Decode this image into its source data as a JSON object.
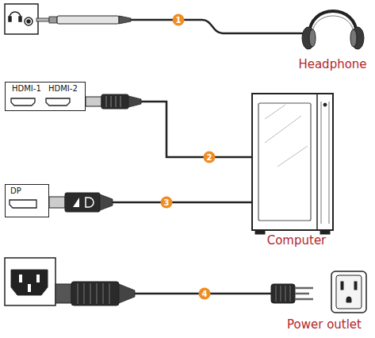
{
  "diagram": {
    "nodes": [
      {
        "text": [
          "Headphone"
        ]
      },
      {
        "text": [
          "HDMI-1",
          "HDMI-2"
        ]
      },
      {
        "text": [
          "Computer"
        ]
      },
      {
        "text": [
          "DP"
        ]
      },
      {
        "text": [
          "Power outlet"
        ]
      }
    ],
    "edges": [
      {
        "from": 1,
        "to": 2,
        "arrow": "none",
        "label": "2"
      },
      {
        "from": 3,
        "to": 2,
        "arrow": "none",
        "label": "3"
      }
    ],
    "labels": [
      "1",
      "4"
    ]
  }
}
